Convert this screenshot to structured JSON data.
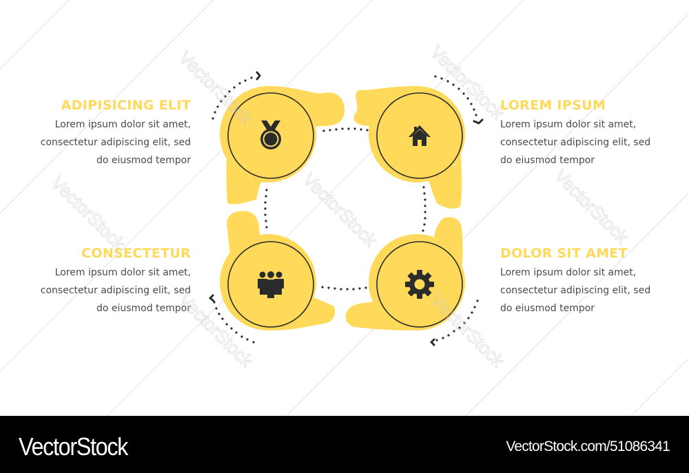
{
  "colors": {
    "accent": "#FFD95A",
    "dark": "#2b2b2b",
    "text": "#4a4a4a",
    "footer_bg": "#000000"
  },
  "steps": [
    {
      "title": "ADIPISICING ELIT",
      "lines": [
        "Lorem ipsum dolor sit amet,",
        "consectetur adipiscing elit, sed",
        "do eiusmod tempor"
      ],
      "icon": "medal-icon",
      "position": "top-left"
    },
    {
      "title": "LOREM IPSUM",
      "lines": [
        "Lorem ipsum dolor sit amet,",
        "consectetur adipiscing elit, sed",
        "do eiusmod tempor"
      ],
      "icon": "home-icon",
      "position": "top-right"
    },
    {
      "title": "CONSECTETUR",
      "lines": [
        "Lorem ipsum dolor sit amet,",
        "consectetur adipiscing elit, sed",
        "do eiusmod tempor"
      ],
      "icon": "team-icon",
      "position": "bottom-left"
    },
    {
      "title": "DOLOR SIT AMET",
      "lines": [
        "Lorem ipsum dolor sit amet,",
        "consectetur adipiscing elit, sed",
        "do eiusmod tempor"
      ],
      "icon": "gear-icon",
      "position": "bottom-right"
    }
  ],
  "watermark": {
    "text": "VectorStock"
  },
  "footer": {
    "brand": "VectorStock",
    "image_id": "VectorStock.com/51086341"
  }
}
